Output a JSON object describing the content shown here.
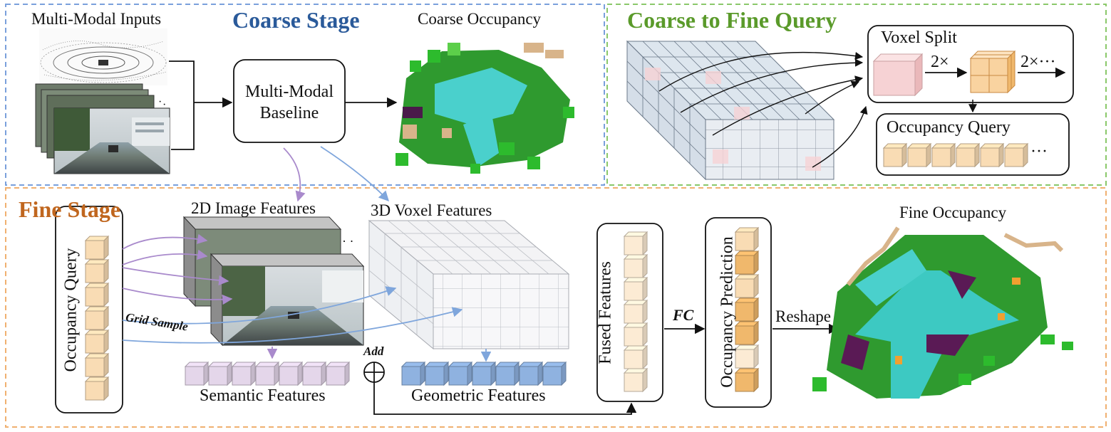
{
  "coarse_stage": {
    "title": "Coarse Stage",
    "inputs_label": "Multi-Modal Inputs",
    "baseline_label_line1": "Multi-Modal",
    "baseline_label_line2": "Baseline",
    "output_label": "Coarse Occupancy"
  },
  "coarse_to_fine": {
    "title": "Coarse to Fine Query",
    "voxel_split_label": "Voxel Split",
    "split_factor_1": "2×",
    "split_factor_2": "2×···",
    "occupancy_query_label": "Occupancy Query",
    "ellipsis": "···"
  },
  "fine_stage": {
    "title": "Fine Stage",
    "occupancy_query_label": "Occupancy Query",
    "image_features_label": "2D Image Features",
    "voxel_features_label": "3D Voxel Features",
    "grid_sample_label": "Grid Sample",
    "semantic_features_label": "Semantic Features",
    "geometric_features_label": "Geometric Features",
    "add_label": "Add",
    "fused_features_label": "Fused Features",
    "fc_label": "FC",
    "occupancy_prediction_label": "Occupancy Prediction",
    "reshape_label": "Reshape",
    "fine_occupancy_label": "Fine Occupancy"
  },
  "colors": {
    "coarse_title": "#2a5a9a",
    "c2f_title": "#5a9a2a",
    "fine_title": "#c0661e",
    "coarse_border": "#7aa0dc",
    "c2f_border": "#8ac86a",
    "fine_border": "#f0b070",
    "purple_arrow": "#a98acc",
    "blue_arrow": "#7fa6dc",
    "query_cube": "#f9dcb4",
    "query_cube_dark": "#f0b86c",
    "semantic_cube": "#e4d6ea",
    "geometric_cube": "#8fb2e0",
    "pink_cube": "#f6d2d4"
  },
  "icons": [
    "direct-sum-icon",
    "cube-icon",
    "voxel-grid-icon",
    "camera-image-icon",
    "lidar-scan-icon",
    "occupancy-map-icon"
  ]
}
